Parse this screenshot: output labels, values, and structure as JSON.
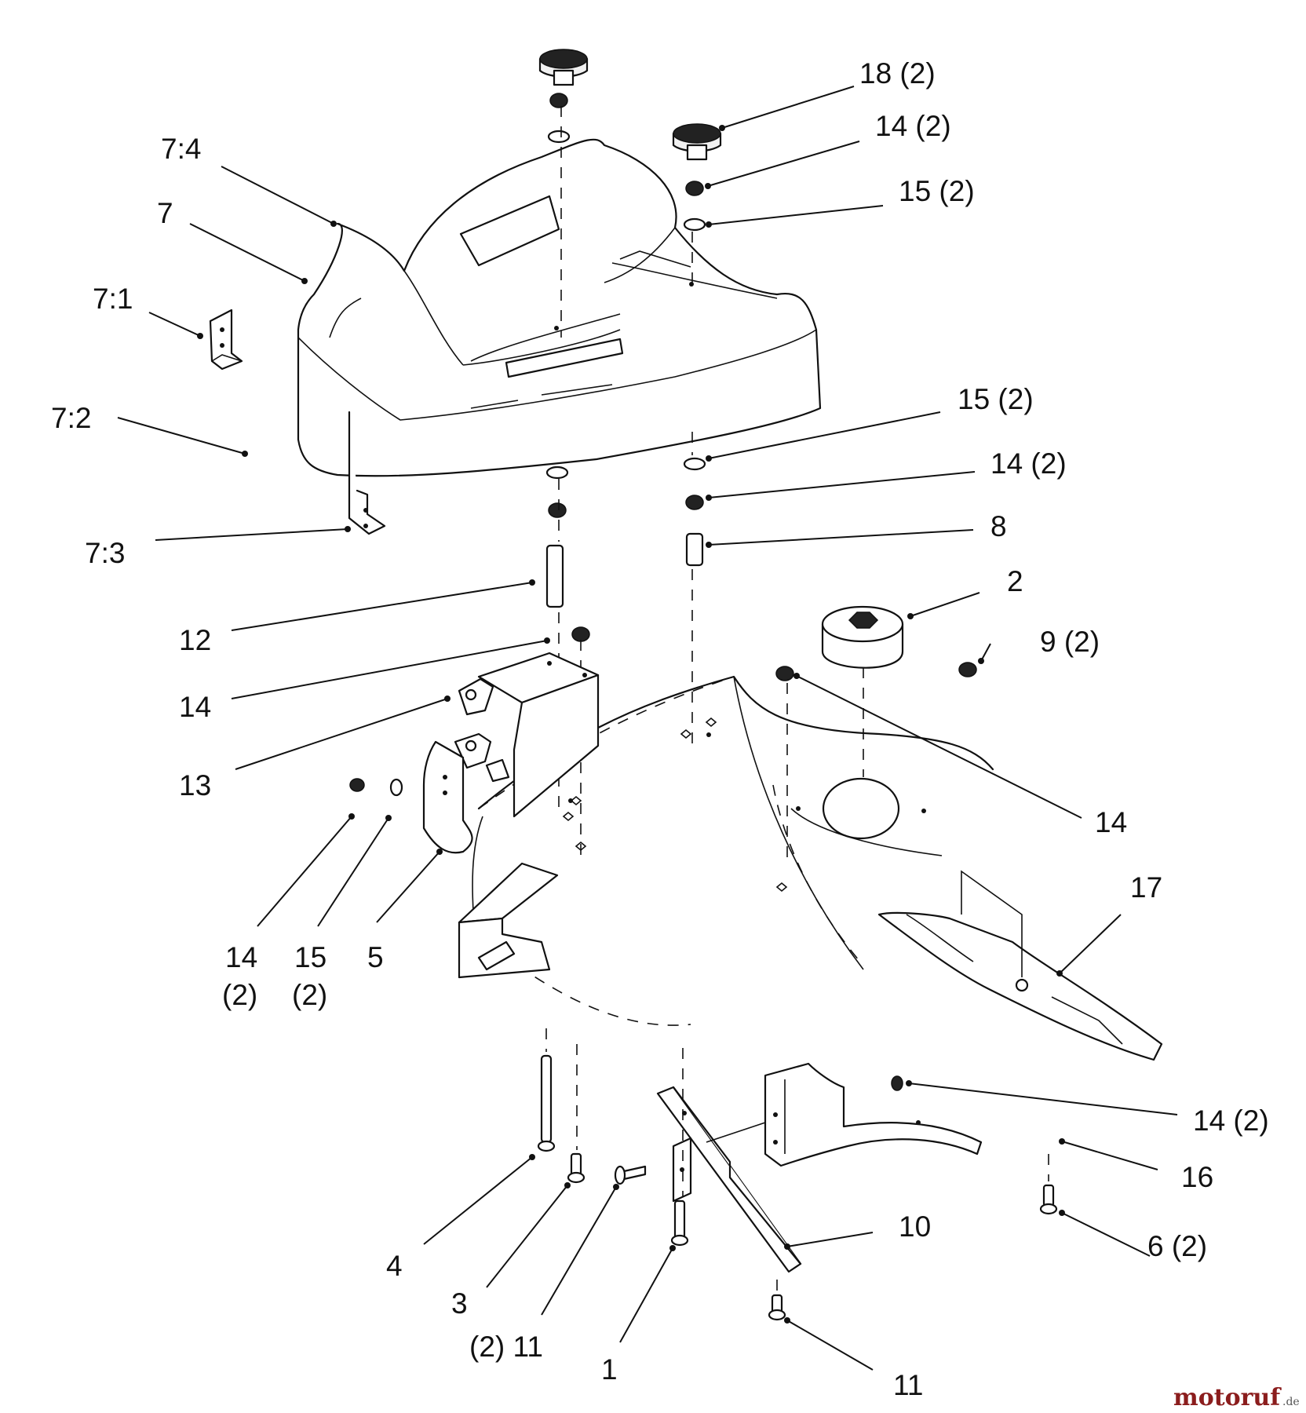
{
  "diagram": {
    "labels": {
      "l18": "18 (2)",
      "l14a": "14 (2)",
      "l15a": "15 (2)",
      "l74": "7:4",
      "l7": "7",
      "l71": "7:1",
      "l72": "7:2",
      "l73": "7:3",
      "l15b": "15 (2)",
      "l14b": "14 (2)",
      "l8": "8",
      "l2": "2",
      "l9": "9 (2)",
      "l12": "12",
      "l14c": "14",
      "l13": "13",
      "l14d": "14",
      "l17": "17",
      "l14e_num": "14",
      "l14e_qty": "(2)",
      "l15e_num": "15",
      "l15e_qty": "(2)",
      "l5": "5",
      "l14f": "14 (2)",
      "l16": "16",
      "l10": "10",
      "l6": "6 (2)",
      "l4": "4",
      "l3": "3",
      "l11a": "(2) 11",
      "l1": "1",
      "l11b": "11"
    },
    "watermark": {
      "brand": "motoruf",
      "tld": ".de",
      "brand_color": "#8b1d1d"
    }
  }
}
